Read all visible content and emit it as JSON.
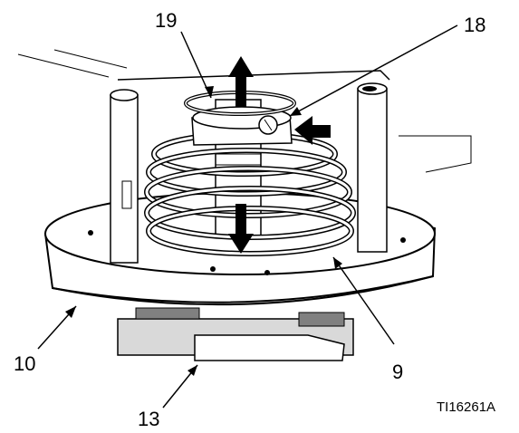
{
  "callouts": {
    "c19": "19",
    "c18": "18",
    "c10": "10",
    "c9": "9",
    "c13": "13"
  },
  "figure_id": "TI16261A",
  "colors": {
    "line": "#000000",
    "part_fill": "#ffffff",
    "shadow": "#808080",
    "light_gray": "#d9d9d9"
  }
}
